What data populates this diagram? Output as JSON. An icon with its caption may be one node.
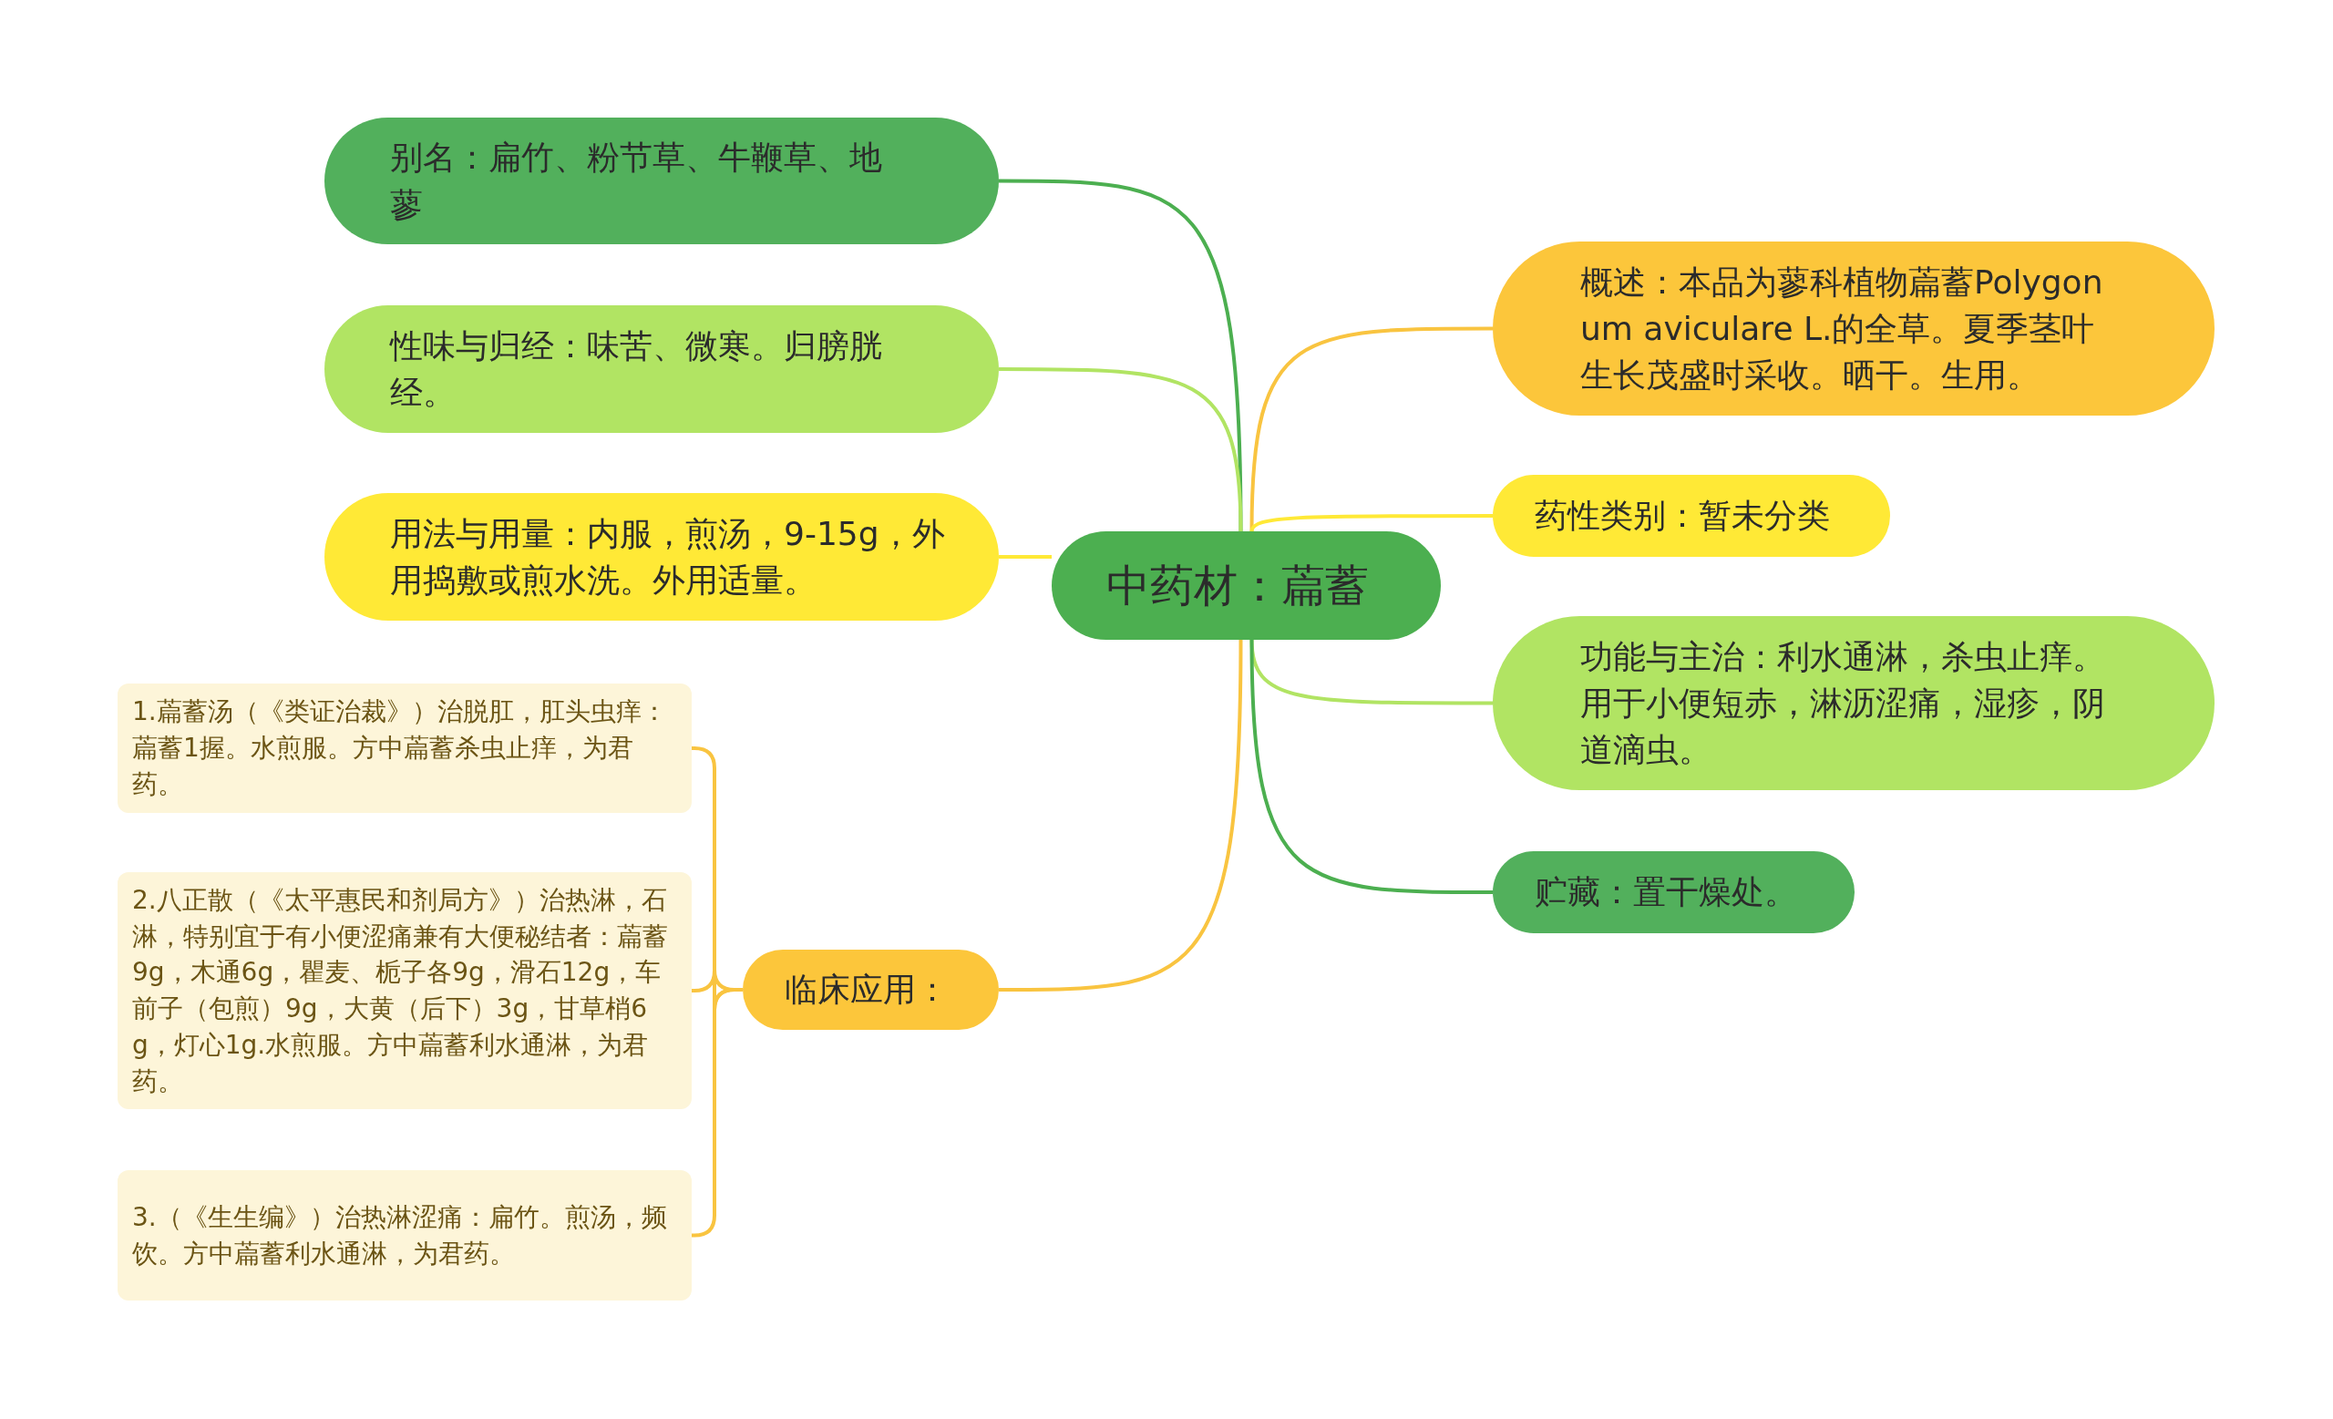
{
  "diagram": {
    "nodes": [
      {
        "text": [
          "中药材：萹蓄"
        ]
      },
      {
        "text": [
          "别名：扁竹、粉节草、牛鞭草、地蓼"
        ]
      },
      {
        "text": [
          "性味与归经：味苦、微寒。归膀胱经。"
        ]
      },
      {
        "text": [
          "用法与用量：内服，煎汤，9-15g，外用捣敷或煎水洗。外用适量。"
        ]
      },
      {
        "text": [
          "概述：本品为蓼科植物萹蓄Polygonum aviculare L.的全草。夏季茎叶生长茂盛时采收。晒干。生用。"
        ]
      },
      {
        "text": [
          "药性类别：暂未分类"
        ]
      },
      {
        "text": [
          "功能与主治：利水通淋，杀虫止痒。用于小便短赤，淋沥涩痛，湿疹，阴道滴虫。"
        ]
      },
      {
        "text": [
          "贮藏：置干燥处。"
        ]
      },
      {
        "text": [
          "临床应用："
        ]
      },
      {
        "text": [
          "1.萹蓄汤（《类证治裁》）治脱肛，肛头虫痒：萹蓄1握。水煎服。方中萹蓄杀虫止痒，为君药。"
        ]
      },
      {
        "text": [
          "2.八正散（《太平惠民和剂局方》）治热淋，石淋，特别宜于有小便涩痛兼有大便秘结者：萹蓄9g，木通6g，瞿麦、栀子各9g，滑石12g，车前子（包煎）9g，大黄（后下）3g，甘草梢6g，灯心1g.水煎服。方中萹蓄利水通淋，为君药。"
        ]
      },
      {
        "text": [
          "3.（《生生编》）治热淋涩痛：扁竹。煎汤，频饮。方中萹蓄利水通淋，为君药。"
        ]
      }
    ],
    "edges": [
      {
        "from": 0,
        "to": 1,
        "arrow": "none",
        "color": "#4caf50"
      },
      {
        "from": 0,
        "to": 2,
        "arrow": "none",
        "color": "#b1e463"
      },
      {
        "from": 0,
        "to": 3,
        "arrow": "none",
        "color": "#ffe936"
      },
      {
        "from": 0,
        "to": 4,
        "arrow": "none",
        "color": "#f9c440"
      },
      {
        "from": 0,
        "to": 5,
        "arrow": "none",
        "color": "#ffe936"
      },
      {
        "from": 0,
        "to": 6,
        "arrow": "none",
        "color": "#b1e463"
      },
      {
        "from": 0,
        "to": 7,
        "arrow": "none",
        "color": "#4caf50"
      },
      {
        "from": 0,
        "to": 8,
        "arrow": "none",
        "color": "#f9c440"
      },
      {
        "from": 8,
        "to": 9,
        "arrow": "none",
        "color": "#f9c440"
      },
      {
        "from": 8,
        "to": 10,
        "arrow": "none",
        "color": "#f9c440"
      },
      {
        "from": 8,
        "to": 11,
        "arrow": "none",
        "color": "#f9c440"
      }
    ]
  }
}
